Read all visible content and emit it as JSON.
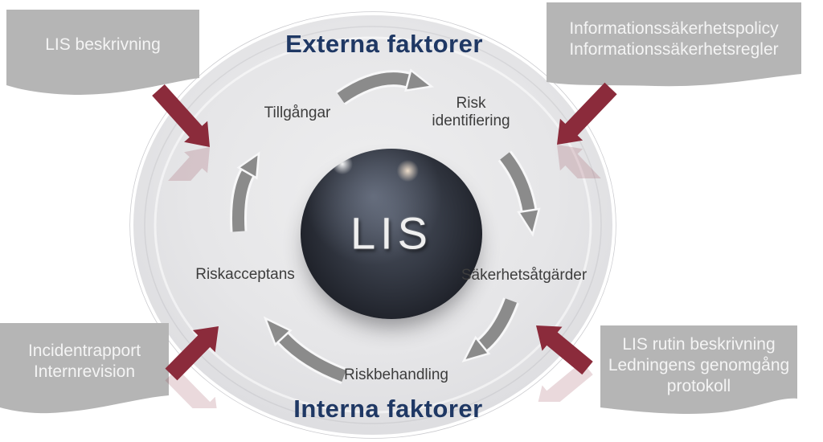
{
  "center": {
    "label": "LIS"
  },
  "zones": {
    "top": "Externa faktorer",
    "bottom": "Interna faktorer"
  },
  "cycle": {
    "direction": "clockwise",
    "steps": [
      {
        "label": "Tillgångar"
      },
      {
        "label": "Risk identifiering"
      },
      {
        "label": "Säkerhetsåtgärder"
      },
      {
        "label": "Riskbehandling"
      },
      {
        "label": "Riskacceptans"
      }
    ]
  },
  "banners": {
    "top_left": {
      "lines": [
        "LIS beskrivning"
      ]
    },
    "top_right": {
      "lines": [
        "Informationssäkerhetspolicy",
        "Informationssäkerhetsregler"
      ]
    },
    "bottom_left": {
      "lines": [
        "Incidentrapport",
        "Internrevision"
      ]
    },
    "bottom_right": {
      "lines": [
        "LIS rutin beskrivning",
        "Ledningens genomgång",
        "protokoll"
      ]
    }
  },
  "colors": {
    "accent_red": "#8b2b3b",
    "zone_title_navy": "#1f3864",
    "cycle_arrow_gray": "#8b8b8b",
    "banner_gray": "#b5b5b5",
    "banner_text": "#f4f4f4",
    "circle_fill": "#e5e5e7",
    "sphere_dark": "#23262e",
    "label_text": "#3d3d3d"
  }
}
